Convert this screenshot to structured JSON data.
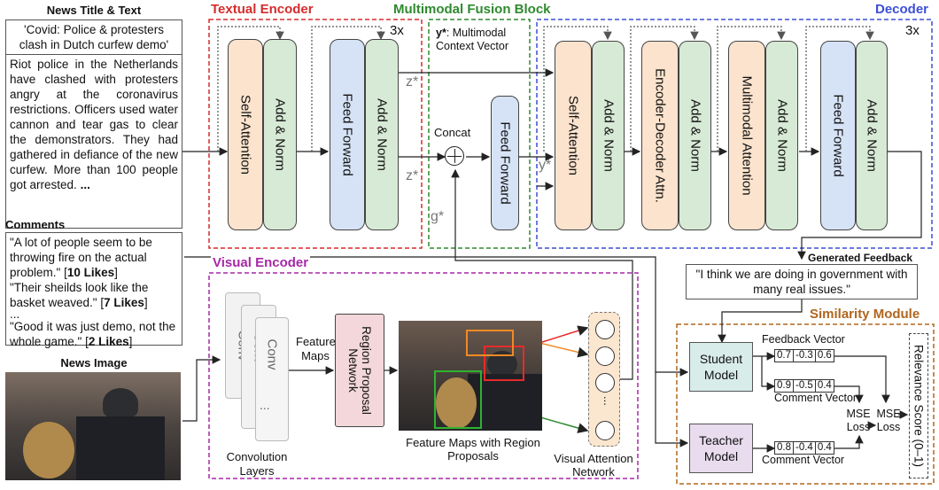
{
  "news": {
    "heading": "News Title & Text",
    "title": "'Covid: Police & protesters clash in Dutch curfew demo'",
    "body": "Riot police in the Netherlands have clashed with protesters angry at the coronavirus restrictions. Officers used water cannon and tear gas to clear the demonstrators. They had gathered in defiance of the new curfew. More than 100 people got arrested.",
    "ellipsis": "..."
  },
  "comments": {
    "heading": "Comments",
    "items": [
      {
        "text": "\"A lot of people seem to be throwing fire on the  actual problem.\" [",
        "likes": "10 Likes",
        "close": "]"
      },
      {
        "text": "\"Their sheilds look like the basket weaved.\" [",
        "likes": "7 Likes",
        "close": "]"
      },
      {
        "text": "\"Good it was just demo, not the whole game.\" [",
        "likes": "2 Likes",
        "close": "]"
      }
    ],
    "ellipsis": "..."
  },
  "image": {
    "heading": "News Image"
  },
  "textual_encoder": {
    "title": "Textual Encoder",
    "repeat": "3x",
    "blocks": [
      "Self-Attention",
      "Add & Norm",
      "Feed Forward",
      "Add & Norm"
    ],
    "z_label": "z*"
  },
  "fusion": {
    "title": "Multimodal Fusion Block",
    "context_bold": "y*",
    "context_rest": ": Multimodal Context Vector",
    "concat": "Concat",
    "ff": "Feed Forward",
    "g_label": "g*",
    "y_label": "y*"
  },
  "decoder": {
    "title": "Decoder",
    "repeat": "3x",
    "blocks": [
      "Self-Attention",
      "Add & Norm",
      "Encoder-Decoder Attn.",
      "Add & Norm",
      "Multimodal Attention",
      "Add & Norm",
      "Feed Forward",
      "Add & Norm"
    ]
  },
  "visual_encoder": {
    "title": "Visual Encoder",
    "conv": "Conv",
    "conv_dots": "...",
    "conv_label": "Convolution Layers",
    "feature_maps": "Feature Maps",
    "rpn": "Region Proposal Network",
    "region_caption": "Feature Maps with Region Proposals",
    "van_label": "Visual Attention Network",
    "van_dots": "..."
  },
  "feedback": {
    "label": "Generated Feedback",
    "text": "\"I think we are doing in government with many real issues.\""
  },
  "similarity": {
    "title": "Similarity Module",
    "student": "Student Model",
    "teacher": "Teacher Model",
    "feedback_vector_label": "Feedback Vector",
    "feedback_vector": [
      "0.7",
      "-0.3",
      "0.6"
    ],
    "comment_vector_label_1": "Comment Vector",
    "comment_vector_1": [
      "0.9",
      "-0.5",
      "0.4"
    ],
    "comment_vector_label_2": "Comment Vector",
    "comment_vector_2": [
      "0.8",
      "-0.4",
      "0.4"
    ],
    "mse_1": "MSE Loss",
    "mse_2": "MSE Loss",
    "relevance": "Relevance Score (0–1)"
  },
  "colors": {
    "textual": "#d62c2c",
    "fusion": "#2f8a2f",
    "decoder": "#3d4fd6",
    "visual": "#a628a6",
    "similarity": "#b0661e"
  }
}
